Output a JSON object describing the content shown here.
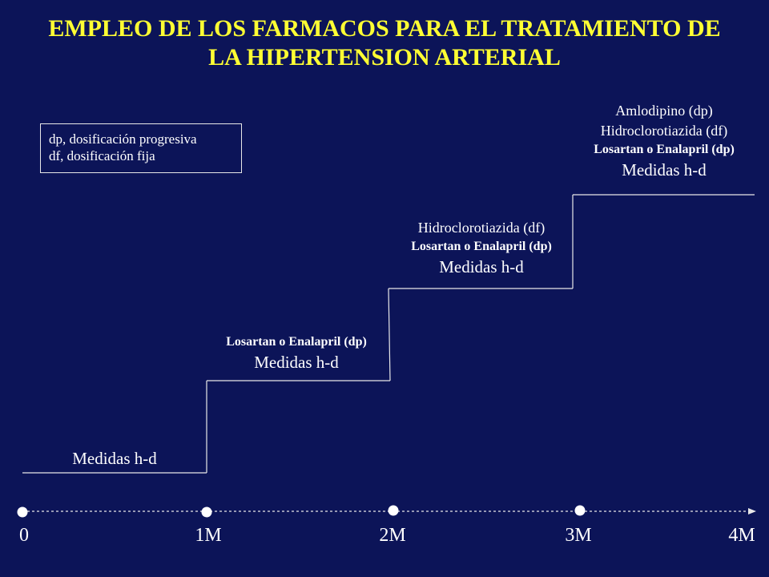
{
  "title": {
    "line1": "EMPLEO DE LOS FARMACOS PARA EL TRATAMIENTO DE",
    "line2": "LA HIPERTENSION ARTERIAL"
  },
  "legend": {
    "line1": "dp, dosificación progresiva",
    "line2": "df, dosificación fija"
  },
  "steps": [
    {
      "medidas": "Medidas h-d"
    },
    {
      "losartan": "Losartan o Enalapril (dp)",
      "medidas": "Medidas h-d"
    },
    {
      "hidro": "Hidroclorotiazida (df)",
      "losartan": "Losartan o Enalapril (dp)",
      "medidas": "Medidas h-d"
    },
    {
      "amlo": "Amlodipino (dp)",
      "hidro": "Hidroclorotiazida (df)",
      "losartan": "Losartan o Enalapril (dp)",
      "medidas": "Medidas h-d"
    }
  ],
  "timeline": {
    "ticks": [
      "0",
      "1M",
      "2M",
      "3M",
      "4M"
    ]
  },
  "colors": {
    "background": "#0c1458",
    "title": "#ffff33",
    "text": "#ffffff"
  }
}
